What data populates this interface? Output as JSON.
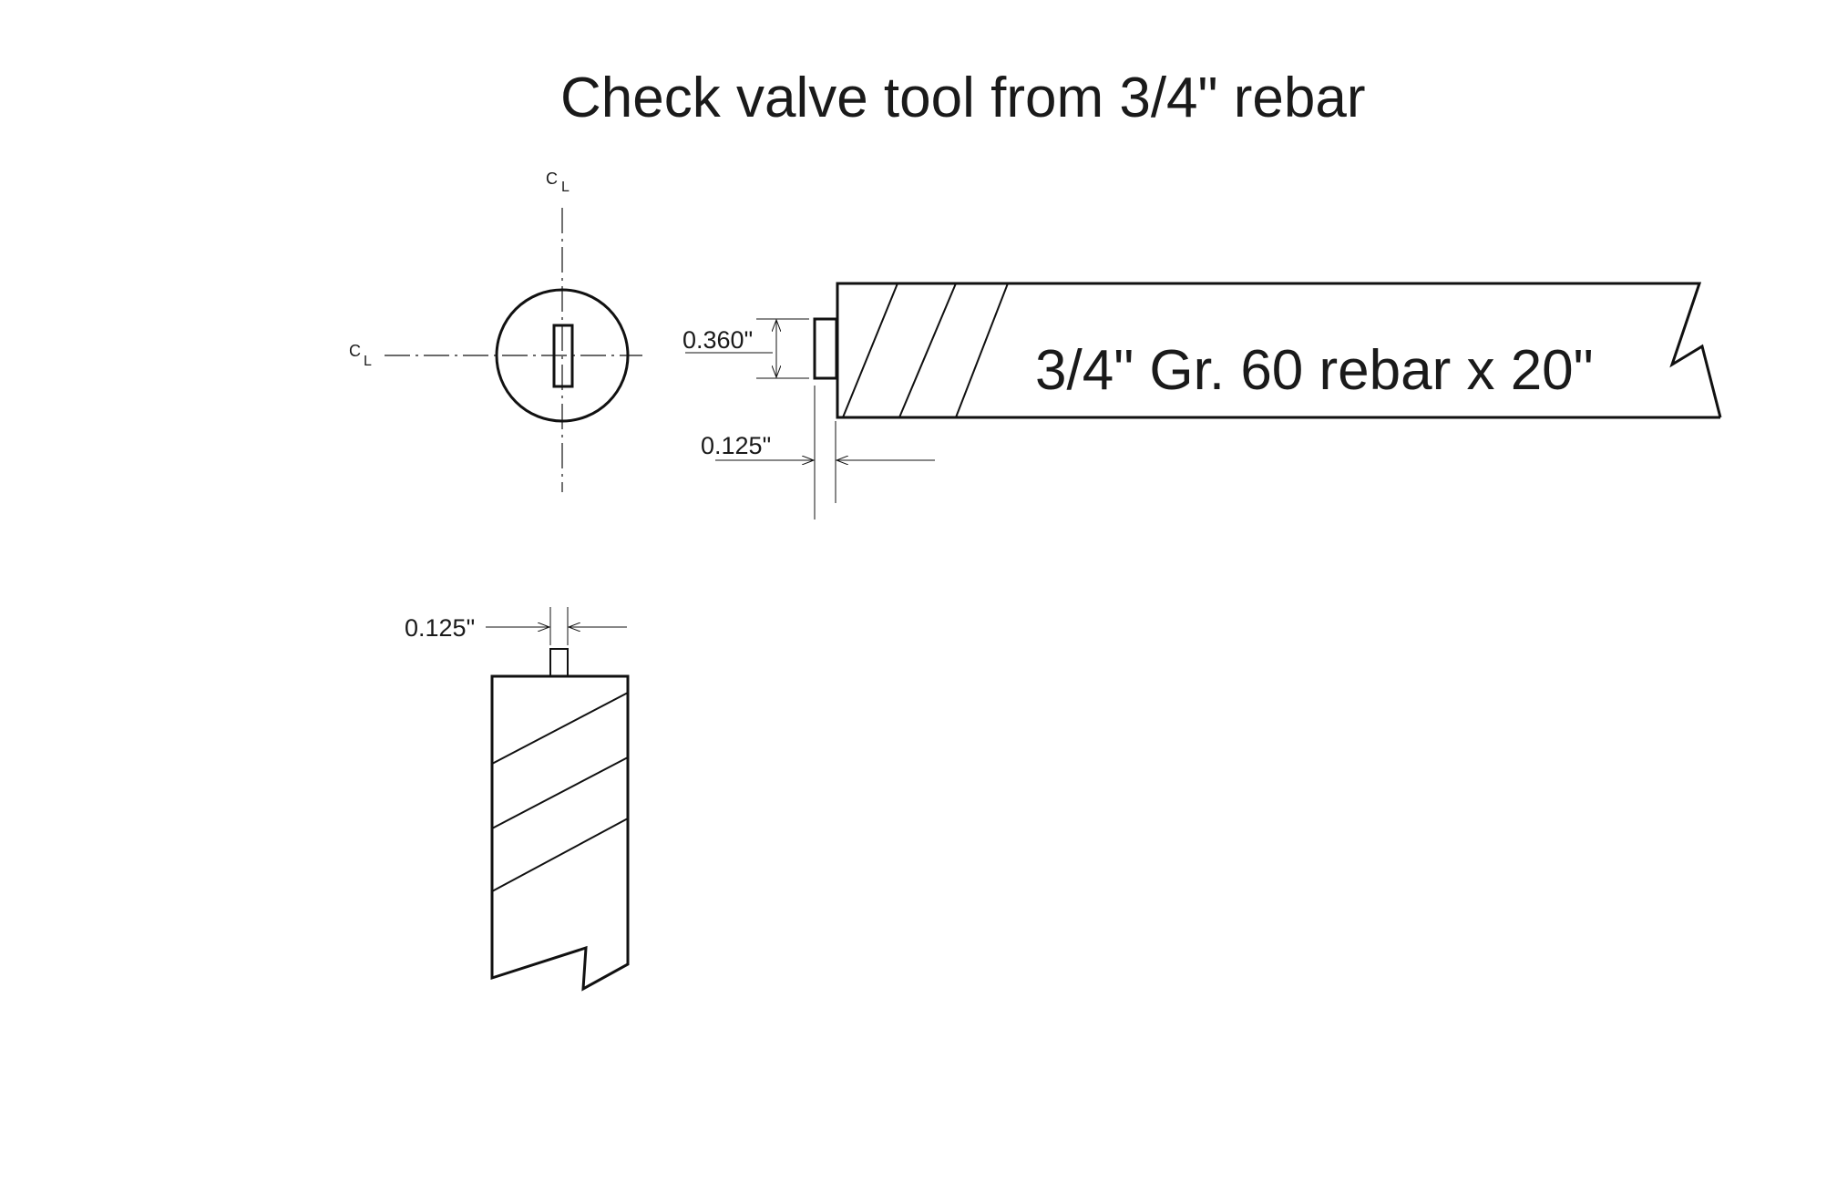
{
  "title": "Check valve tool from 3/4\" rebar",
  "centerline_symbol": {
    "main": "C",
    "sub": "L"
  },
  "dimensions": {
    "tab_height": "0.360\"",
    "tab_thickness_side": "0.125\"",
    "tab_thickness_end": "0.125\""
  },
  "bar_label": "3/4\" Gr. 60 rebar x 20\""
}
